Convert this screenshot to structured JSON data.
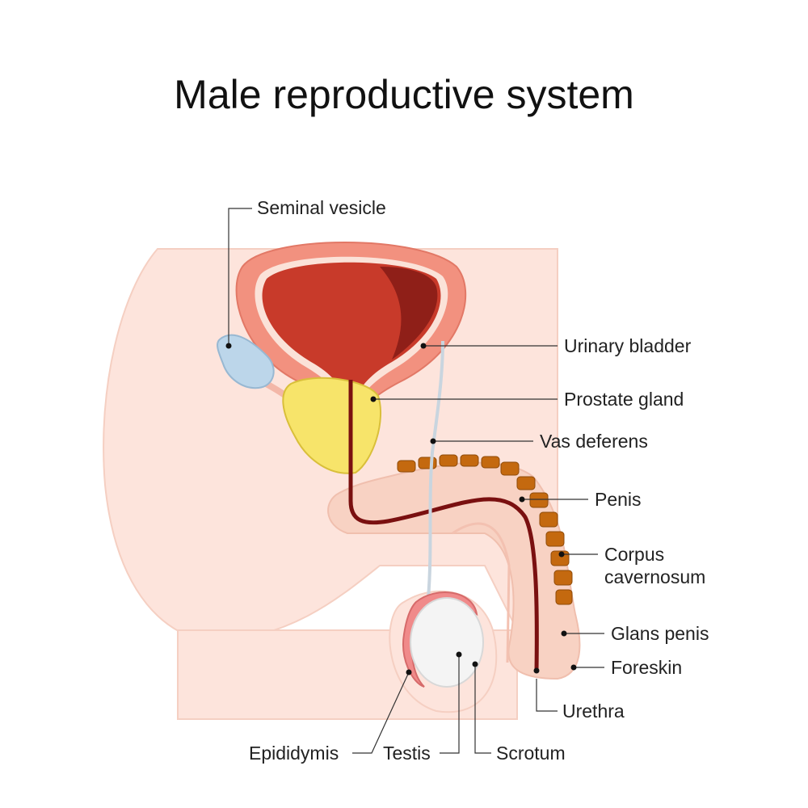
{
  "title": "Male reproductive system",
  "colors": {
    "skin": "#fde4dc",
    "skin_dark": "#f8d2c3",
    "bladder_wall": "#f2917f",
    "bladder_muscle": "#c83a2a",
    "urethra": "#7a1010",
    "prostate": "#f7e46a",
    "seminal_vesicle": "#bcd6ea",
    "corpus": "#c4690f",
    "testis": "#f4f4f4",
    "epididymis": "#f08a8a"
  },
  "labels": {
    "seminal_vesicle": "Seminal vesicle",
    "urinary_bladder": "Urinary bladder",
    "prostate_gland": "Prostate gland",
    "vas_deferens": "Vas deferens",
    "penis": "Penis",
    "corpus_cavernosum_1": "Corpus",
    "corpus_cavernosum_2": "cavernosum",
    "glans_penis": "Glans penis",
    "foreskin": "Foreskin",
    "urethra": "Urethra",
    "epididymis": "Epididymis",
    "testis": "Testis",
    "scrotum": "Scrotum"
  }
}
